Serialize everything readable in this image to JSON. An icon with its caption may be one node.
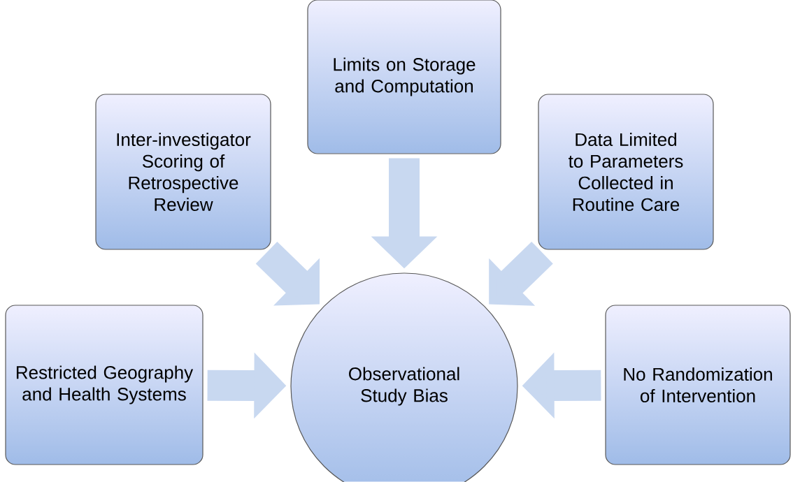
{
  "diagram": {
    "nodes": [
      {
        "text": [
          "Limits on Storage and Computation"
        ]
      },
      {
        "text": [
          "Inter-investigator Scoring of Retrospective Review"
        ]
      },
      {
        "text": [
          "Data Limited to Parameters Collected in Routine Care"
        ]
      },
      {
        "text": [
          "Restricted Geography and Health Systems"
        ]
      },
      {
        "text": [
          "Observational Study Bias"
        ]
      },
      {
        "text": [
          "No Randomization of Intervention"
        ]
      }
    ],
    "edges": [
      {
        "from": 0,
        "to": 4,
        "arrow": "to"
      },
      {
        "from": 1,
        "to": 4,
        "arrow": "to"
      },
      {
        "from": 2,
        "to": 4,
        "arrow": "to"
      },
      {
        "from": 3,
        "to": 4,
        "arrow": "to"
      },
      {
        "from": 5,
        "to": 4,
        "arrow": "to"
      }
    ]
  }
}
